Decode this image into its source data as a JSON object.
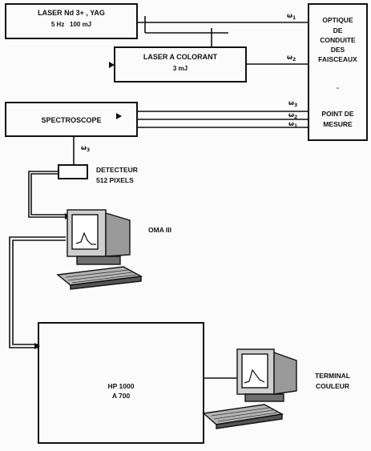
{
  "laser_yag": {
    "line1": "LASER Nd 3+ , YAG",
    "line2": "5 Hz   100 mJ"
  },
  "laser_dye": {
    "line1": "LASER A COLORANT",
    "line2": "3 mJ"
  },
  "optics": {
    "line1": "OPTIQUE",
    "line2": "DE",
    "line3": "CONDUITE",
    "line4": "DES",
    "line5": "FAISCEAUX",
    "separator": "-",
    "line6": "POINT DE",
    "line7": "MESURE"
  },
  "spectroscope": {
    "label": "SPECTROSCOPE"
  },
  "detector": {
    "line1": "DETECTEUR",
    "line2": "512 PIXELS"
  },
  "oma": {
    "label": "OMA III"
  },
  "computer": {
    "line1": "HP 1000",
    "line2": "A 700"
  },
  "terminal": {
    "line1": "TERMINAL",
    "line2": "COULEUR"
  },
  "beam_labels": {
    "w1_symbol": "ω",
    "w1_index": "1",
    "w2_symbol": "ω",
    "w2_index": "2",
    "w3_symbol": "ω",
    "w3_index": "3"
  }
}
